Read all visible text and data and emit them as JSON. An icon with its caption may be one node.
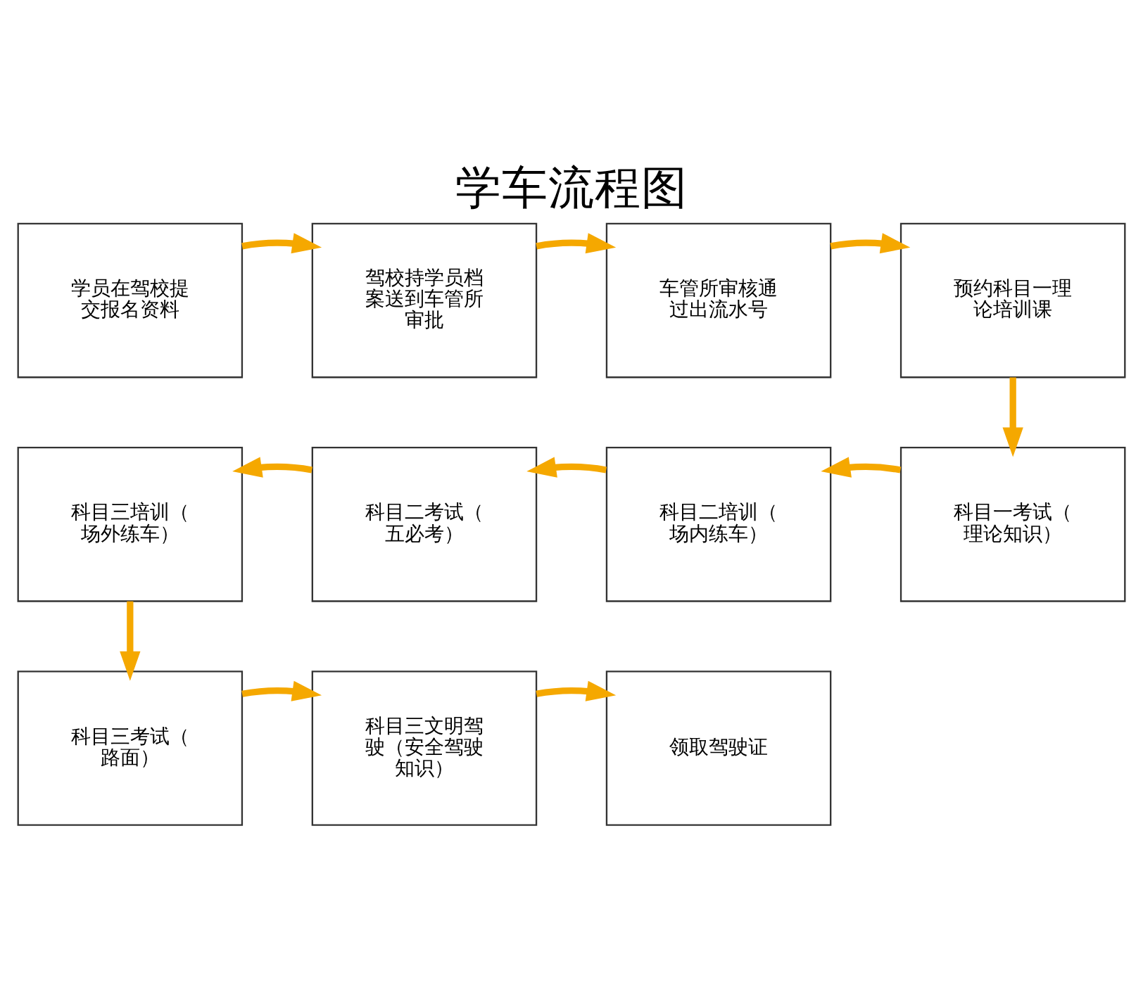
{
  "diagram": {
    "title": "学车流程图",
    "nodes": [
      {
        "text": [
          "学员在驾校提交报名资料"
        ]
      },
      {
        "text": [
          "驾校持学员档案送到车管所审批"
        ]
      },
      {
        "text": [
          "车管所审核通过出流水号"
        ]
      },
      {
        "text": [
          "预约科目一理论培训课"
        ]
      },
      {
        "text": [
          "科目一考试（理论知识）"
        ]
      },
      {
        "text": [
          "科目二培训（场内练车）"
        ]
      },
      {
        "text": [
          "科目二考试（五必考）"
        ]
      },
      {
        "text": [
          "科目三培训（场外练车）"
        ]
      },
      {
        "text": [
          "科目三考试（路面）"
        ]
      },
      {
        "text": [
          "科目三文明驾驶（安全驾驶知识）"
        ]
      },
      {
        "text": [
          "领取驾驶证"
        ]
      }
    ],
    "edges": [
      {
        "from": 0,
        "to": 1,
        "arrow": "to"
      },
      {
        "from": 1,
        "to": 2,
        "arrow": "to"
      },
      {
        "from": 2,
        "to": 3,
        "arrow": "to"
      },
      {
        "from": 3,
        "to": 4,
        "arrow": "to"
      },
      {
        "from": 4,
        "to": 5,
        "arrow": "to"
      },
      {
        "from": 5,
        "to": 6,
        "arrow": "to"
      },
      {
        "from": 6,
        "to": 7,
        "arrow": "to"
      },
      {
        "from": 7,
        "to": 8,
        "arrow": "to"
      },
      {
        "from": 8,
        "to": 9,
        "arrow": "to"
      },
      {
        "from": 9,
        "to": 10,
        "arrow": "to"
      }
    ]
  }
}
